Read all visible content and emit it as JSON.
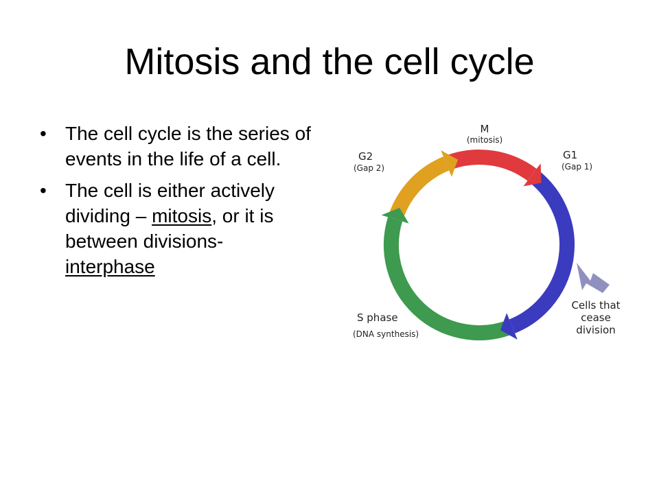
{
  "slide": {
    "title": "Mitosis and the cell cycle",
    "bullet_symbol": "•",
    "bullets": [
      {
        "text": "The cell cycle is the series of events in the life of a cell."
      },
      {
        "part1": "The cell is either actively dividing – ",
        "term1": "mitosis",
        "part2": ", or it is between divisions- ",
        "term2": "interphase"
      }
    ]
  },
  "diagram": {
    "phases": [
      {
        "name": "M",
        "detail": "(mitosis)",
        "color": "#e03a3e"
      },
      {
        "name": "G1",
        "detail": "(Gap 1)",
        "color": "#3b3bbf"
      },
      {
        "name": "S phase",
        "detail": "(DNA synthesis)",
        "color": "#3d9a4e"
      },
      {
        "name": "G2",
        "detail": "(Gap 2)",
        "color": "#e0a020"
      }
    ],
    "exit": {
      "lines": [
        "Cells that",
        "cease",
        "division"
      ],
      "color": "#9090c0"
    }
  }
}
